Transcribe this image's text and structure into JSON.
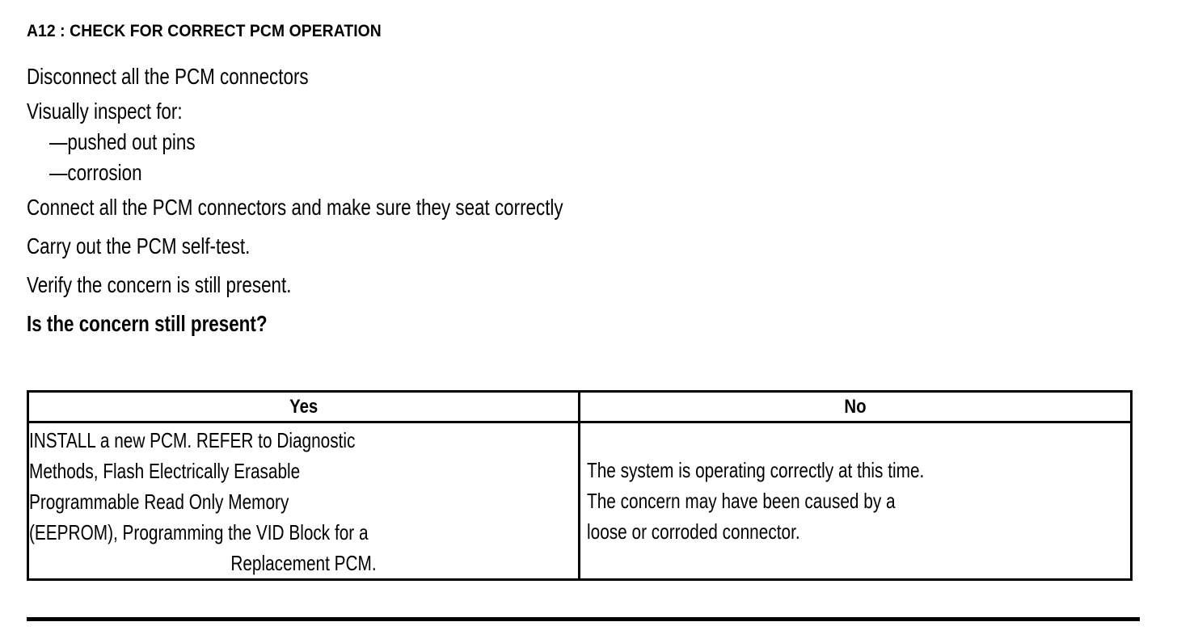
{
  "document": {
    "type": "automotive-diagnostic-pinpoint-test",
    "step_title": "A12 : CHECK FOR CORRECT PCM OPERATION"
  },
  "instructions": [
    {
      "text": "Disconnect all the PCM connectors",
      "style": "normal",
      "indent": false
    },
    {
      "text": "Visually inspect for:",
      "style": "normal",
      "indent": false
    },
    {
      "text": "—pushed out pins",
      "style": "normal",
      "indent": true
    },
    {
      "text": "—corrosion",
      "style": "normal",
      "indent": true
    },
    {
      "text": "Connect all the PCM connectors and make sure they seat correctly",
      "style": "normal",
      "indent": false
    },
    {
      "text": "Carry out the PCM self-test.",
      "style": "normal",
      "indent": false
    },
    {
      "text": "Verify the concern is still present.",
      "style": "normal",
      "indent": false
    },
    {
      "text": "Is the concern still present?",
      "style": "bold",
      "indent": false
    }
  ],
  "decision_table": {
    "headers": {
      "yes": "Yes",
      "no": "No"
    },
    "yes_cell": {
      "lines": [
        {
          "text": "INSTALL a new PCM. REFER to Diagnostic",
          "align": "left"
        },
        {
          "text": "Methods, Flash Electrically Erasable",
          "align": "left"
        },
        {
          "text": "Programmable Read Only Memory",
          "align": "left"
        },
        {
          "text": "(EEPROM), Programming the VID Block for a",
          "align": "left"
        },
        {
          "text": "Replacement PCM.",
          "align": "center"
        }
      ]
    },
    "no_cell": {
      "lines": [
        {
          "text": "The system is operating correctly at this time.",
          "align": "left"
        },
        {
          "text": "The concern may have been caused by a",
          "align": "left"
        },
        {
          "text": "loose or corroded connector.",
          "align": "left"
        }
      ]
    }
  },
  "colors": {
    "ink": "#000000",
    "paper": "#ffffff"
  }
}
